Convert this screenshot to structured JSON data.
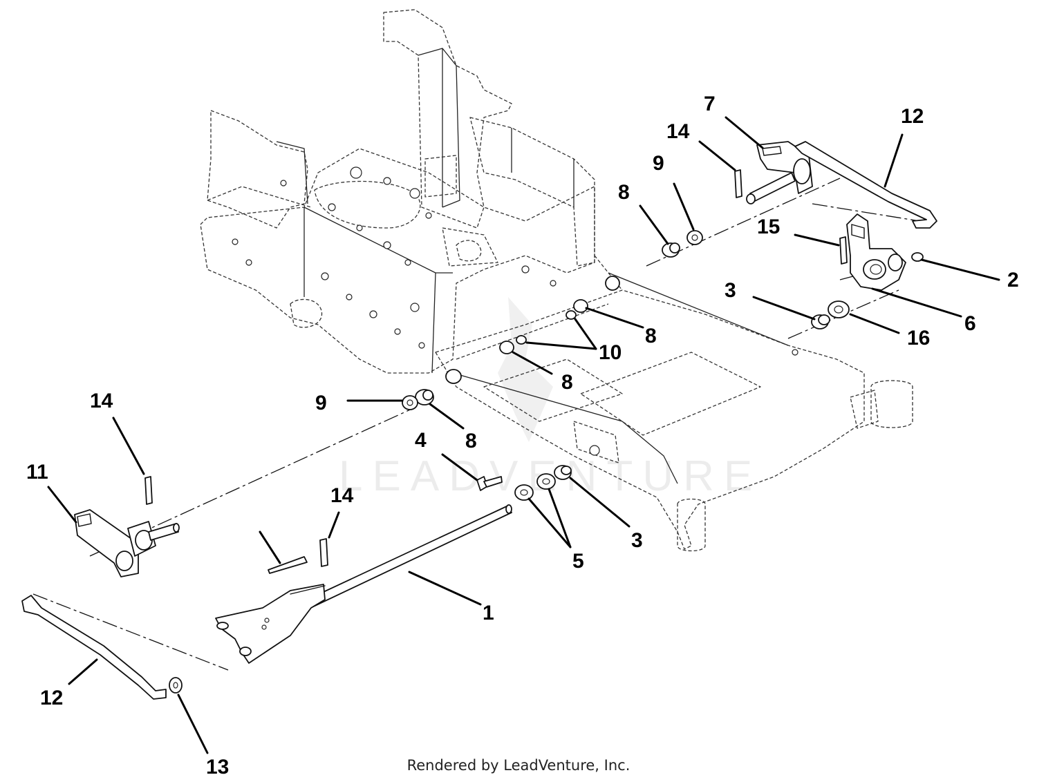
{
  "callouts": [
    {
      "id": "c1",
      "label": "1"
    },
    {
      "id": "c2",
      "label": "2"
    },
    {
      "id": "c3a",
      "label": "3"
    },
    {
      "id": "c3b",
      "label": "3"
    },
    {
      "id": "c4",
      "label": "4"
    },
    {
      "id": "c5",
      "label": "5"
    },
    {
      "id": "c6",
      "label": "6"
    },
    {
      "id": "c7",
      "label": "7"
    },
    {
      "id": "c8a",
      "label": "8"
    },
    {
      "id": "c8b",
      "label": "8"
    },
    {
      "id": "c8c",
      "label": "8"
    },
    {
      "id": "c8d",
      "label": "8"
    },
    {
      "id": "c9a",
      "label": "9"
    },
    {
      "id": "c9b",
      "label": "9"
    },
    {
      "id": "c10",
      "label": "10"
    },
    {
      "id": "c11",
      "label": "11"
    },
    {
      "id": "c12a",
      "label": "12"
    },
    {
      "id": "c12b",
      "label": "12"
    },
    {
      "id": "c13",
      "label": "13"
    },
    {
      "id": "c14a",
      "label": "14"
    },
    {
      "id": "c14b",
      "label": "14"
    },
    {
      "id": "c14c",
      "label": "14"
    },
    {
      "id": "c15",
      "label": "15"
    },
    {
      "id": "c16",
      "label": "16"
    }
  ],
  "watermark": "LEADVENTURE",
  "credit": "Rendered by LeadVenture, Inc."
}
